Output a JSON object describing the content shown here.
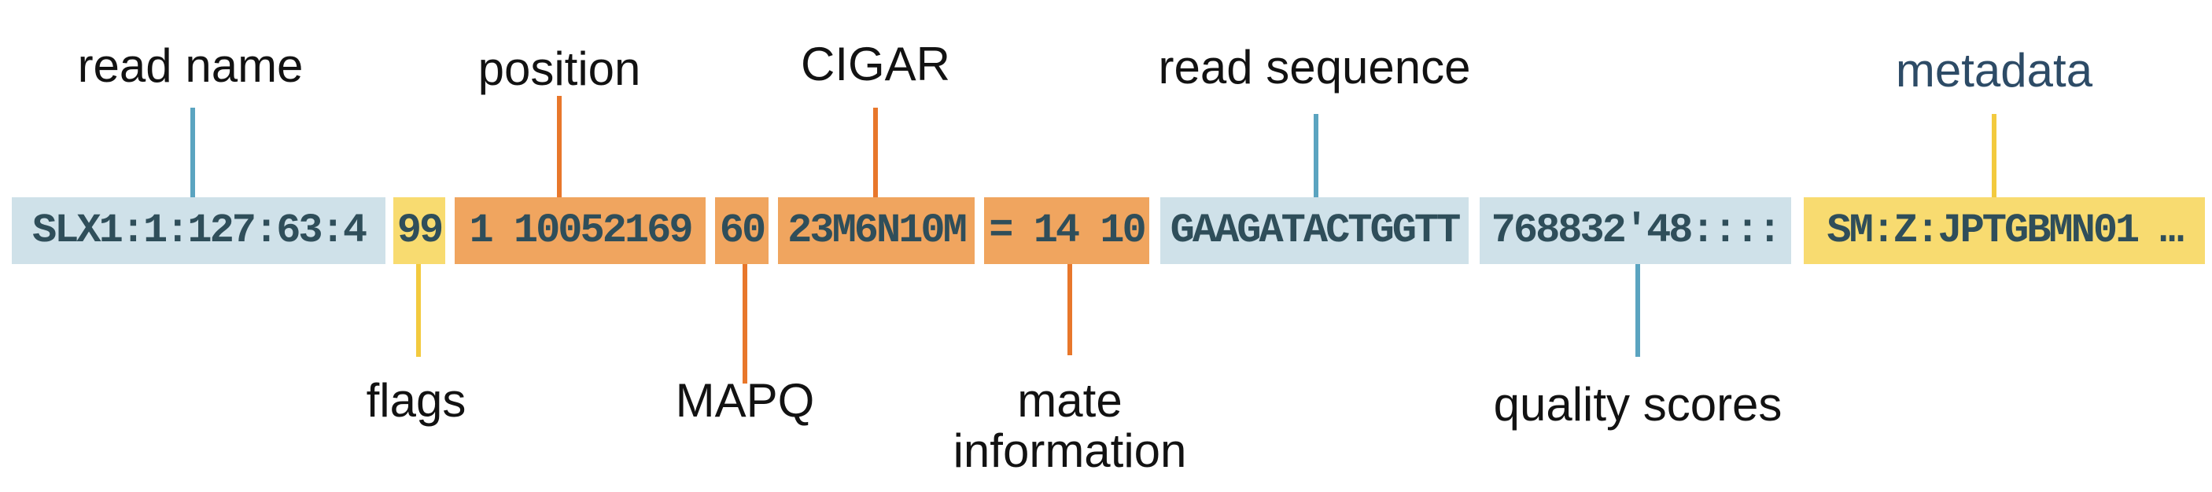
{
  "diagram": {
    "name": "SAM alignment record fields",
    "colors": {
      "field_blue": "#cfe1e9",
      "field_yellow": "#f8db70",
      "field_orange": "#f0a55f",
      "connector_blue": "#5ba4c0",
      "connector_yellow": "#f3ca3e",
      "connector_orange": "#e8772b",
      "field_text": "#2f4e5a",
      "label_text": "#121212",
      "metadata_label_text": "#2d4b66"
    }
  },
  "fields": [
    {
      "name": "read name",
      "value": "SLX1:1:127:63:4",
      "color": "blue"
    },
    {
      "name": "flags",
      "value": "99",
      "color": "yellow"
    },
    {
      "name": "position",
      "value": "1 10052169",
      "color": "orange"
    },
    {
      "name": "MAPQ",
      "value": "60",
      "color": "orange"
    },
    {
      "name": "CIGAR",
      "value": "23M6N10M",
      "color": "orange"
    },
    {
      "name": "mate information",
      "value": "= 14 10",
      "color": "orange"
    },
    {
      "name": "read sequence",
      "value": "GAAGATACTGGTT",
      "color": "blue"
    },
    {
      "name": "quality scores",
      "value": "768832'48::::",
      "color": "blue"
    },
    {
      "name": "metadata",
      "value": "SM:Z:JPTGBMN01 …",
      "color": "yellow"
    }
  ],
  "labels_top": [
    {
      "text": "read name"
    },
    {
      "text": "position"
    },
    {
      "text": "CIGAR"
    },
    {
      "text": "read sequence"
    },
    {
      "text": "metadata"
    }
  ],
  "labels_bottom": [
    {
      "text": "flags"
    },
    {
      "text": "MAPQ"
    },
    {
      "text": "mate information"
    },
    {
      "text": "quality scores"
    }
  ]
}
